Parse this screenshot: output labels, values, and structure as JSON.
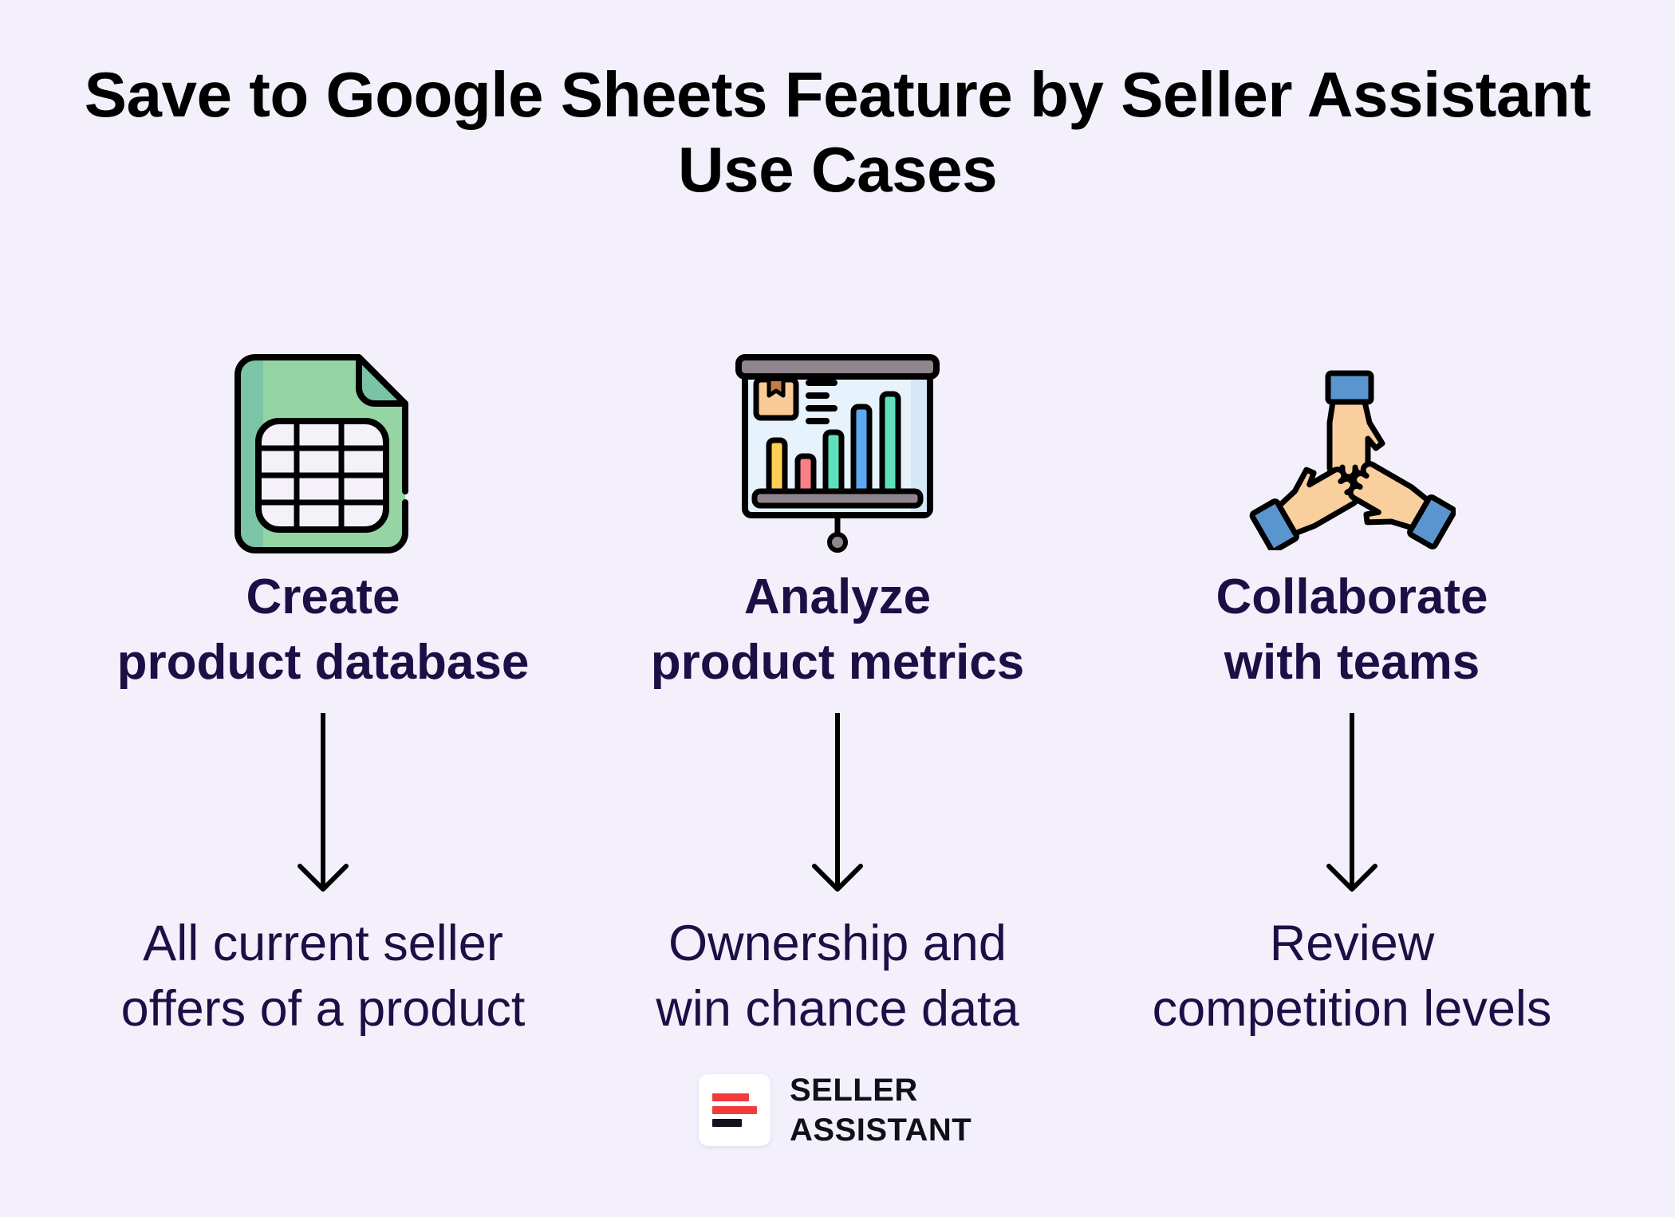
{
  "title": {
    "line1": "Save to Google Sheets Feature by Seller Assistant",
    "line2": "Use Cases"
  },
  "use_cases": [
    {
      "icon": "spreadsheet-file-icon",
      "heading_line1": "Create",
      "heading_line2": "product database",
      "description_line1": "All current seller",
      "description_line2": "offers of a product"
    },
    {
      "icon": "presentation-chart-icon",
      "heading_line1": "Analyze",
      "heading_line2": "product metrics",
      "description_line1": "Ownership and",
      "description_line2": "win chance data"
    },
    {
      "icon": "teamwork-hands-icon",
      "heading_line1": "Collaborate",
      "heading_line2": "with teams",
      "description_line1": "Review",
      "description_line2": "competition levels"
    }
  ],
  "logo": {
    "line1": "SELLER",
    "line2": "ASSISTANT",
    "accent_color": "#f23b3b",
    "dark_color": "#13111c"
  },
  "colors": {
    "background": "#f3f0fc",
    "heading_text": "#1d0f45",
    "title_text": "#000000",
    "sheet_green": "#95d5a4",
    "hand_skin": "#f9cf9d",
    "sleeve_blue": "#5b95cf"
  }
}
